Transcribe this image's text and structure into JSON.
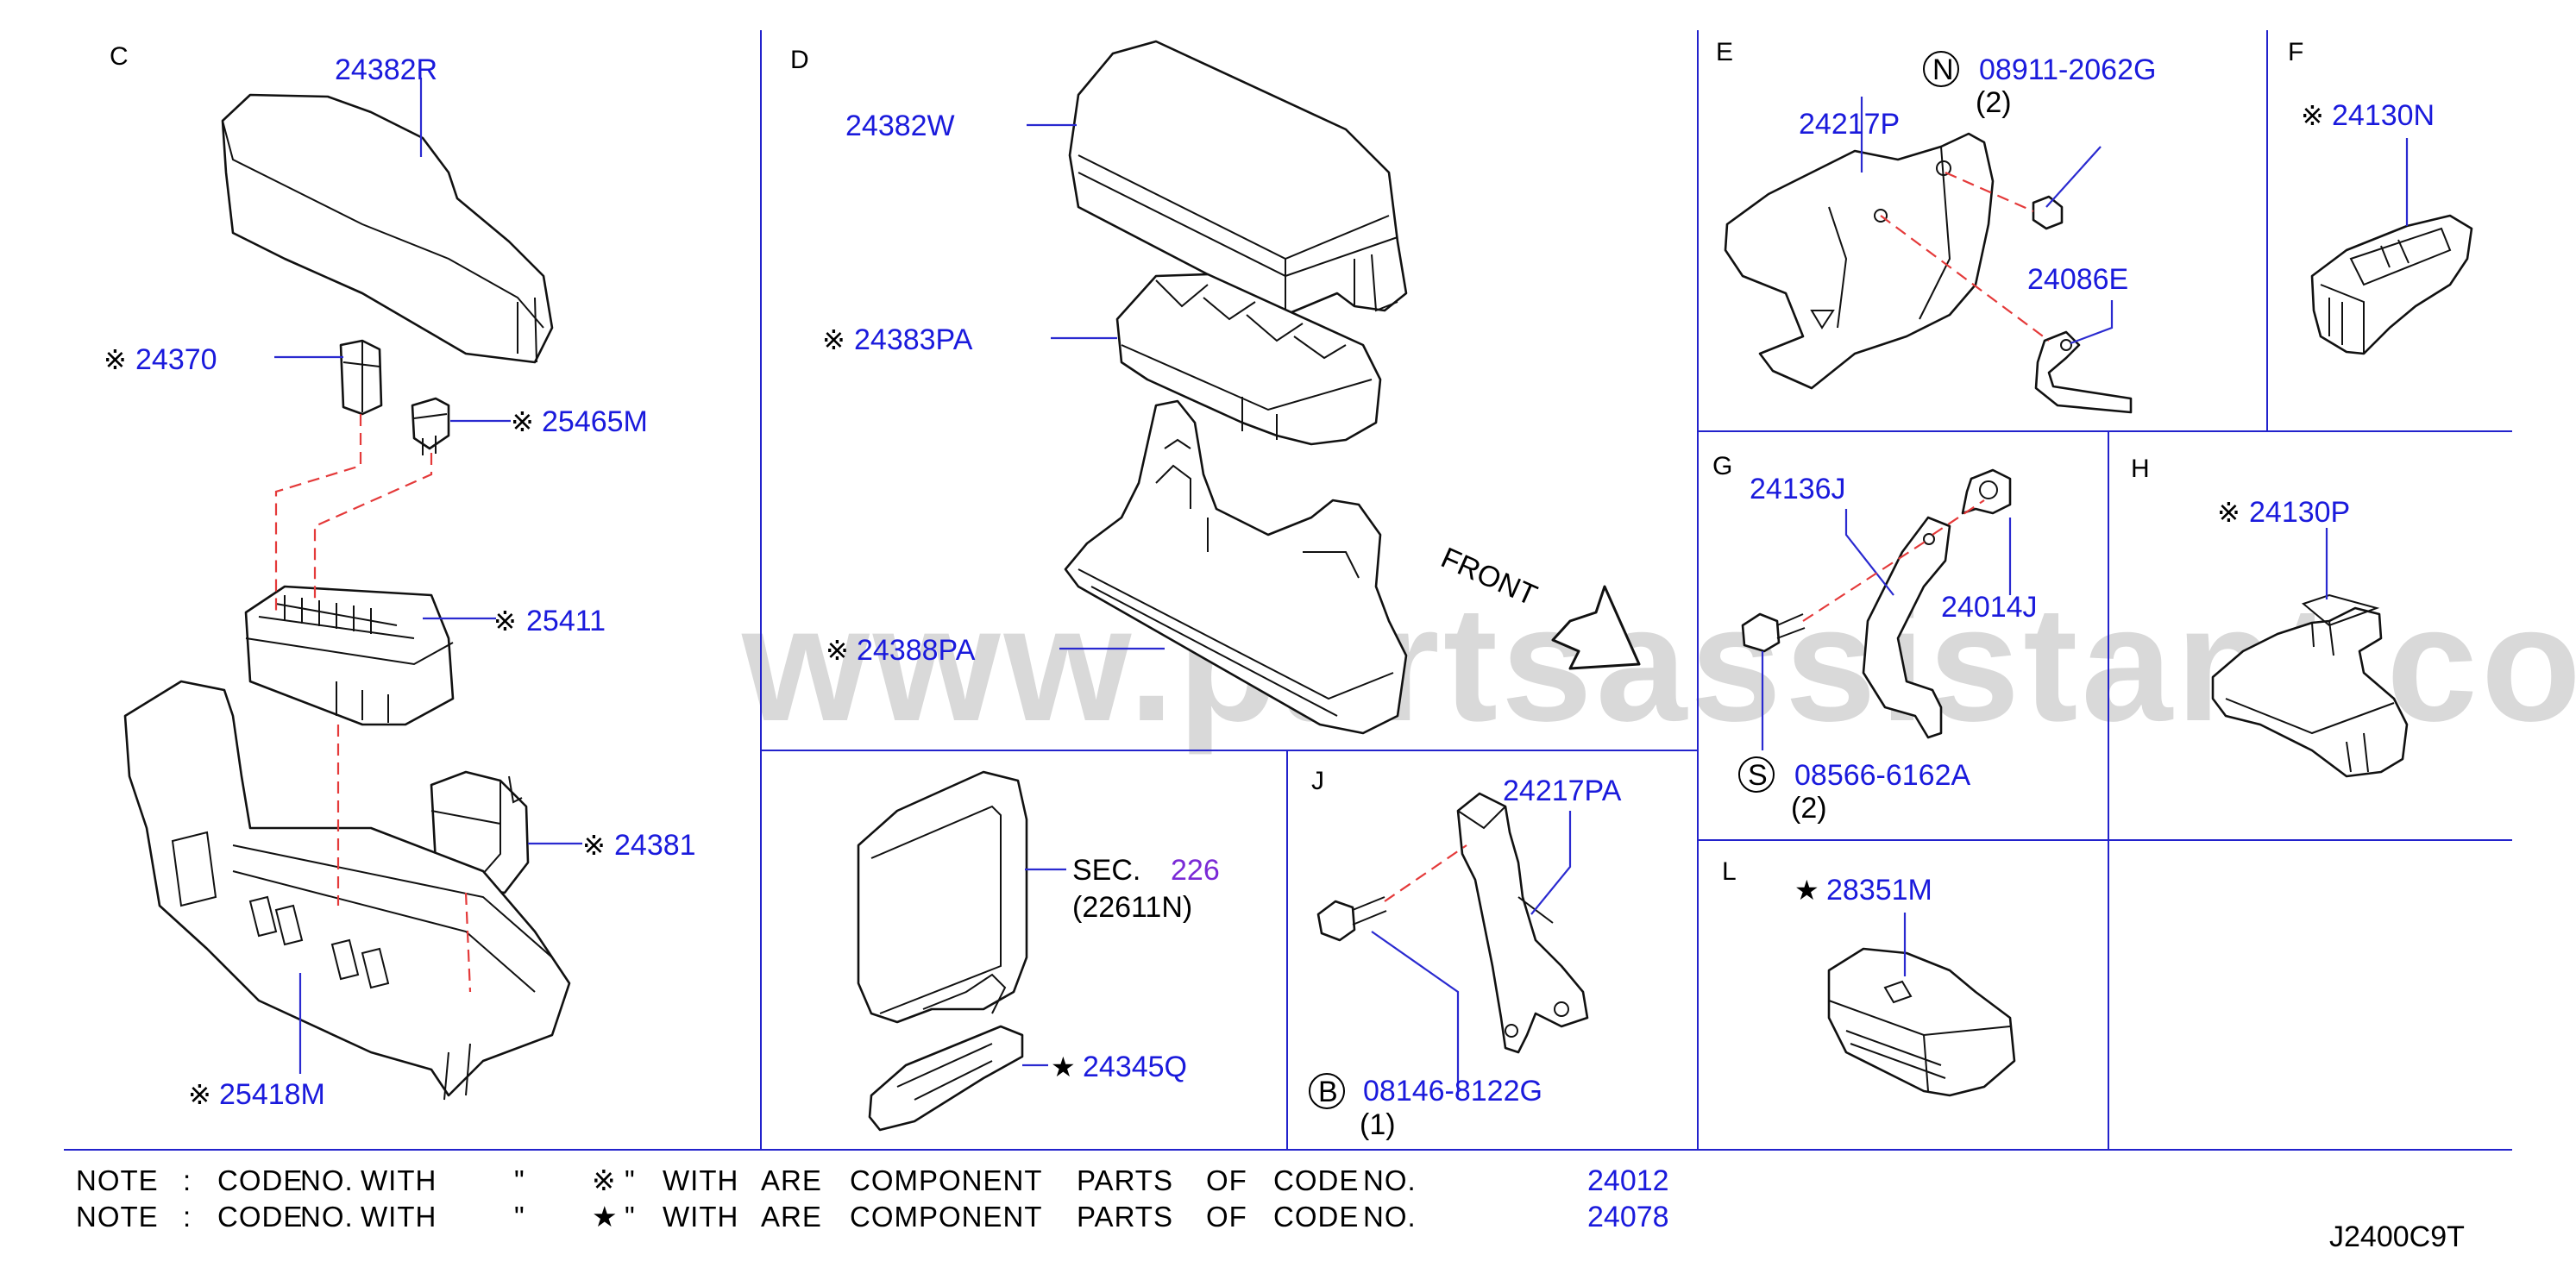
{
  "watermark": "www.partsassistant.com",
  "diagram_id": "J2400C9T",
  "sections": {
    "C": "C",
    "D": "D",
    "E": "E",
    "F": "F",
    "G": "G",
    "H": "H",
    "J": "J",
    "L": "L"
  },
  "parts": {
    "p24382R": "24382R",
    "p24370": "24370",
    "p25465M": "25465M",
    "p25411": "25411",
    "p24381": "24381",
    "p25418M": "25418M",
    "p24382W": "24382W",
    "p24383PA": "24383PA",
    "p24388PA": "24388PA",
    "front": "FRONT",
    "sec_label": "SEC.",
    "sec_num": "226",
    "sec_sub": "(22611N)",
    "p24345Q": "24345Q",
    "n_symbol": "N",
    "p08911": "08911-2062G",
    "q08911": "(2)",
    "p24217P": "24217P",
    "p24086E": "24086E",
    "p24130N": "24130N",
    "p24136J": "24136J",
    "p24014J": "24014J",
    "s_symbol": "S",
    "p08566": "08566-6162A",
    "q08566": "(2)",
    "p24130P": "24130P",
    "p24217PA": "24217PA",
    "b_symbol": "B",
    "p08146": "08146-8122G",
    "q08146": "(1)",
    "p28351M": "28351M"
  },
  "notes": [
    {
      "words": [
        "NOTE",
        ":",
        "CODE",
        "NO.",
        "WITH",
        "\"",
        "\"",
        "WITH",
        "ARE",
        "COMPONENT",
        "PARTS",
        "OF",
        "CODE",
        "NO."
      ],
      "symbol": "※",
      "code": "24012"
    },
    {
      "words": [
        "NOTE",
        ":",
        "CODE",
        "NO.",
        "WITH",
        "\"",
        "\"",
        "WITH",
        "ARE",
        "COMPONENT",
        "PARTS",
        "OF",
        "CODE",
        "NO."
      ],
      "symbol": "★",
      "code": "24078"
    }
  ],
  "colors": {
    "part_number": "#1a1adc",
    "leader": "#2a2ad0",
    "dashed_link": "#e43a3a",
    "section_ref": "#7a2ad6"
  }
}
